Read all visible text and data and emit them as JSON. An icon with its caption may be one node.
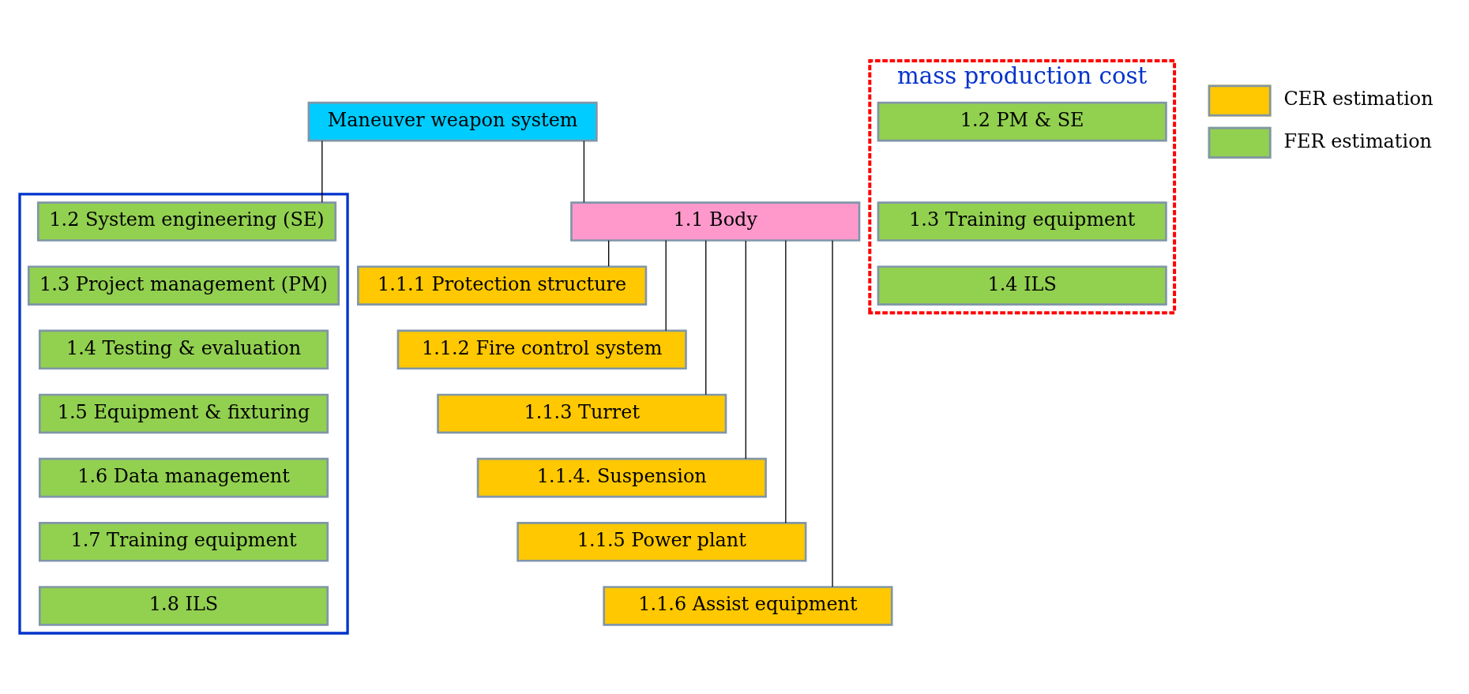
{
  "diagram": {
    "nodes": [
      {
        "text": [
          "Maneuver weapon system"
        ]
      },
      {
        "text": [
          "1.1 Body"
        ]
      },
      {
        "text": [
          "1.1.1 Protection structure"
        ]
      },
      {
        "text": [
          "1.1.2 Fire control system"
        ]
      },
      {
        "text": [
          "1.1.3 Turret"
        ]
      },
      {
        "text": [
          "1.1.4. Suspension"
        ]
      },
      {
        "text": [
          "1.1.5 Power plant"
        ]
      },
      {
        "text": [
          "1.1.6 Assist equipment"
        ]
      },
      {
        "text": [],
        "shape": "box"
      },
      {
        "text": [
          "1.2 System engineering (SE)"
        ],
        "in": 8
      },
      {
        "text": [
          "1.3 Project management (PM)"
        ],
        "in": 8
      },
      {
        "text": [
          "1.4 Testing & evaluation"
        ],
        "in": 8
      },
      {
        "text": [
          "1.5 Equipment & fixturing"
        ],
        "in": 8
      },
      {
        "text": [
          "1.6 Data management"
        ],
        "in": 8
      },
      {
        "text": [
          "1.7 Training equipment"
        ],
        "in": 8
      },
      {
        "text": [
          "1.8 ILS"
        ],
        "in": 8
      },
      {
        "text": [
          "mass production cost"
        ]
      },
      {
        "text": [
          "1.2 PM & SE"
        ],
        "in": 16
      },
      {
        "text": [
          "1.3 Training equipment"
        ],
        "in": 16
      },
      {
        "text": [
          "1.4 ILS"
        ],
        "in": 16
      }
    ],
    "edges": [
      {
        "from": 0,
        "to": 1,
        "arrow": "none"
      },
      {
        "from": 0,
        "to": 9,
        "arrow": "none"
      },
      {
        "from": 1,
        "to": 2,
        "arrow": "none"
      },
      {
        "from": 1,
        "to": 3,
        "arrow": "none"
      },
      {
        "from": 1,
        "to": 4,
        "arrow": "none"
      },
      {
        "from": 1,
        "to": 5,
        "arrow": "none"
      },
      {
        "from": 1,
        "to": 6,
        "arrow": "none"
      },
      {
        "from": 1,
        "to": 7,
        "arrow": "none"
      }
    ],
    "legend": [
      {
        "text": "CER estimation",
        "color": "#ffc800"
      },
      {
        "text": "FER estimation",
        "color": "#92d050"
      }
    ]
  }
}
